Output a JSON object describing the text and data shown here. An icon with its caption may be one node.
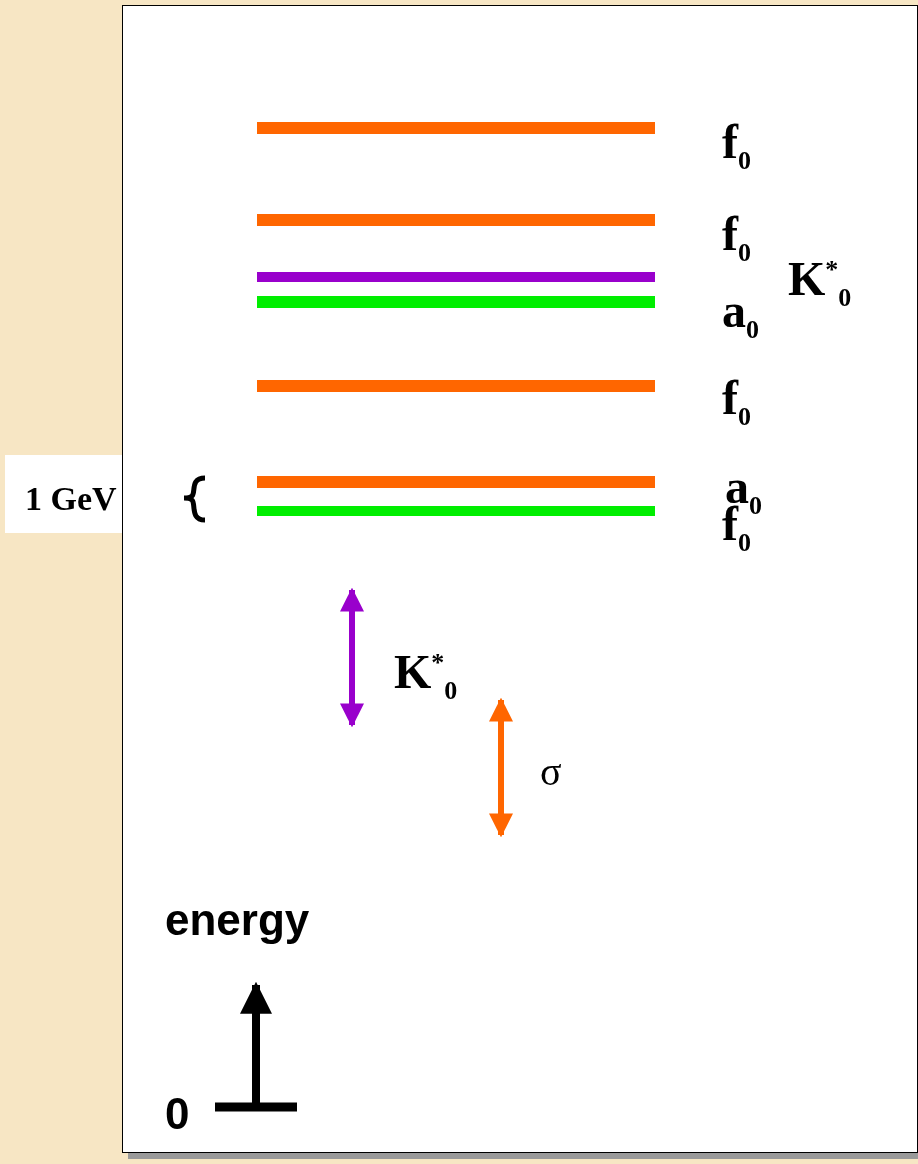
{
  "diagram": {
    "labels": [
      "f$_{0}$",
      "f$_{0}$",
      "K$^{*}$$_{0}$",
      "a$_{0}$",
      "f$_{0}$",
      "1 GeV",
      "a$_{0}$",
      "f$_{0}$",
      "K$^{*}$$_{0}$",
      "σ",
      "energy",
      "0"
    ]
  }
}
